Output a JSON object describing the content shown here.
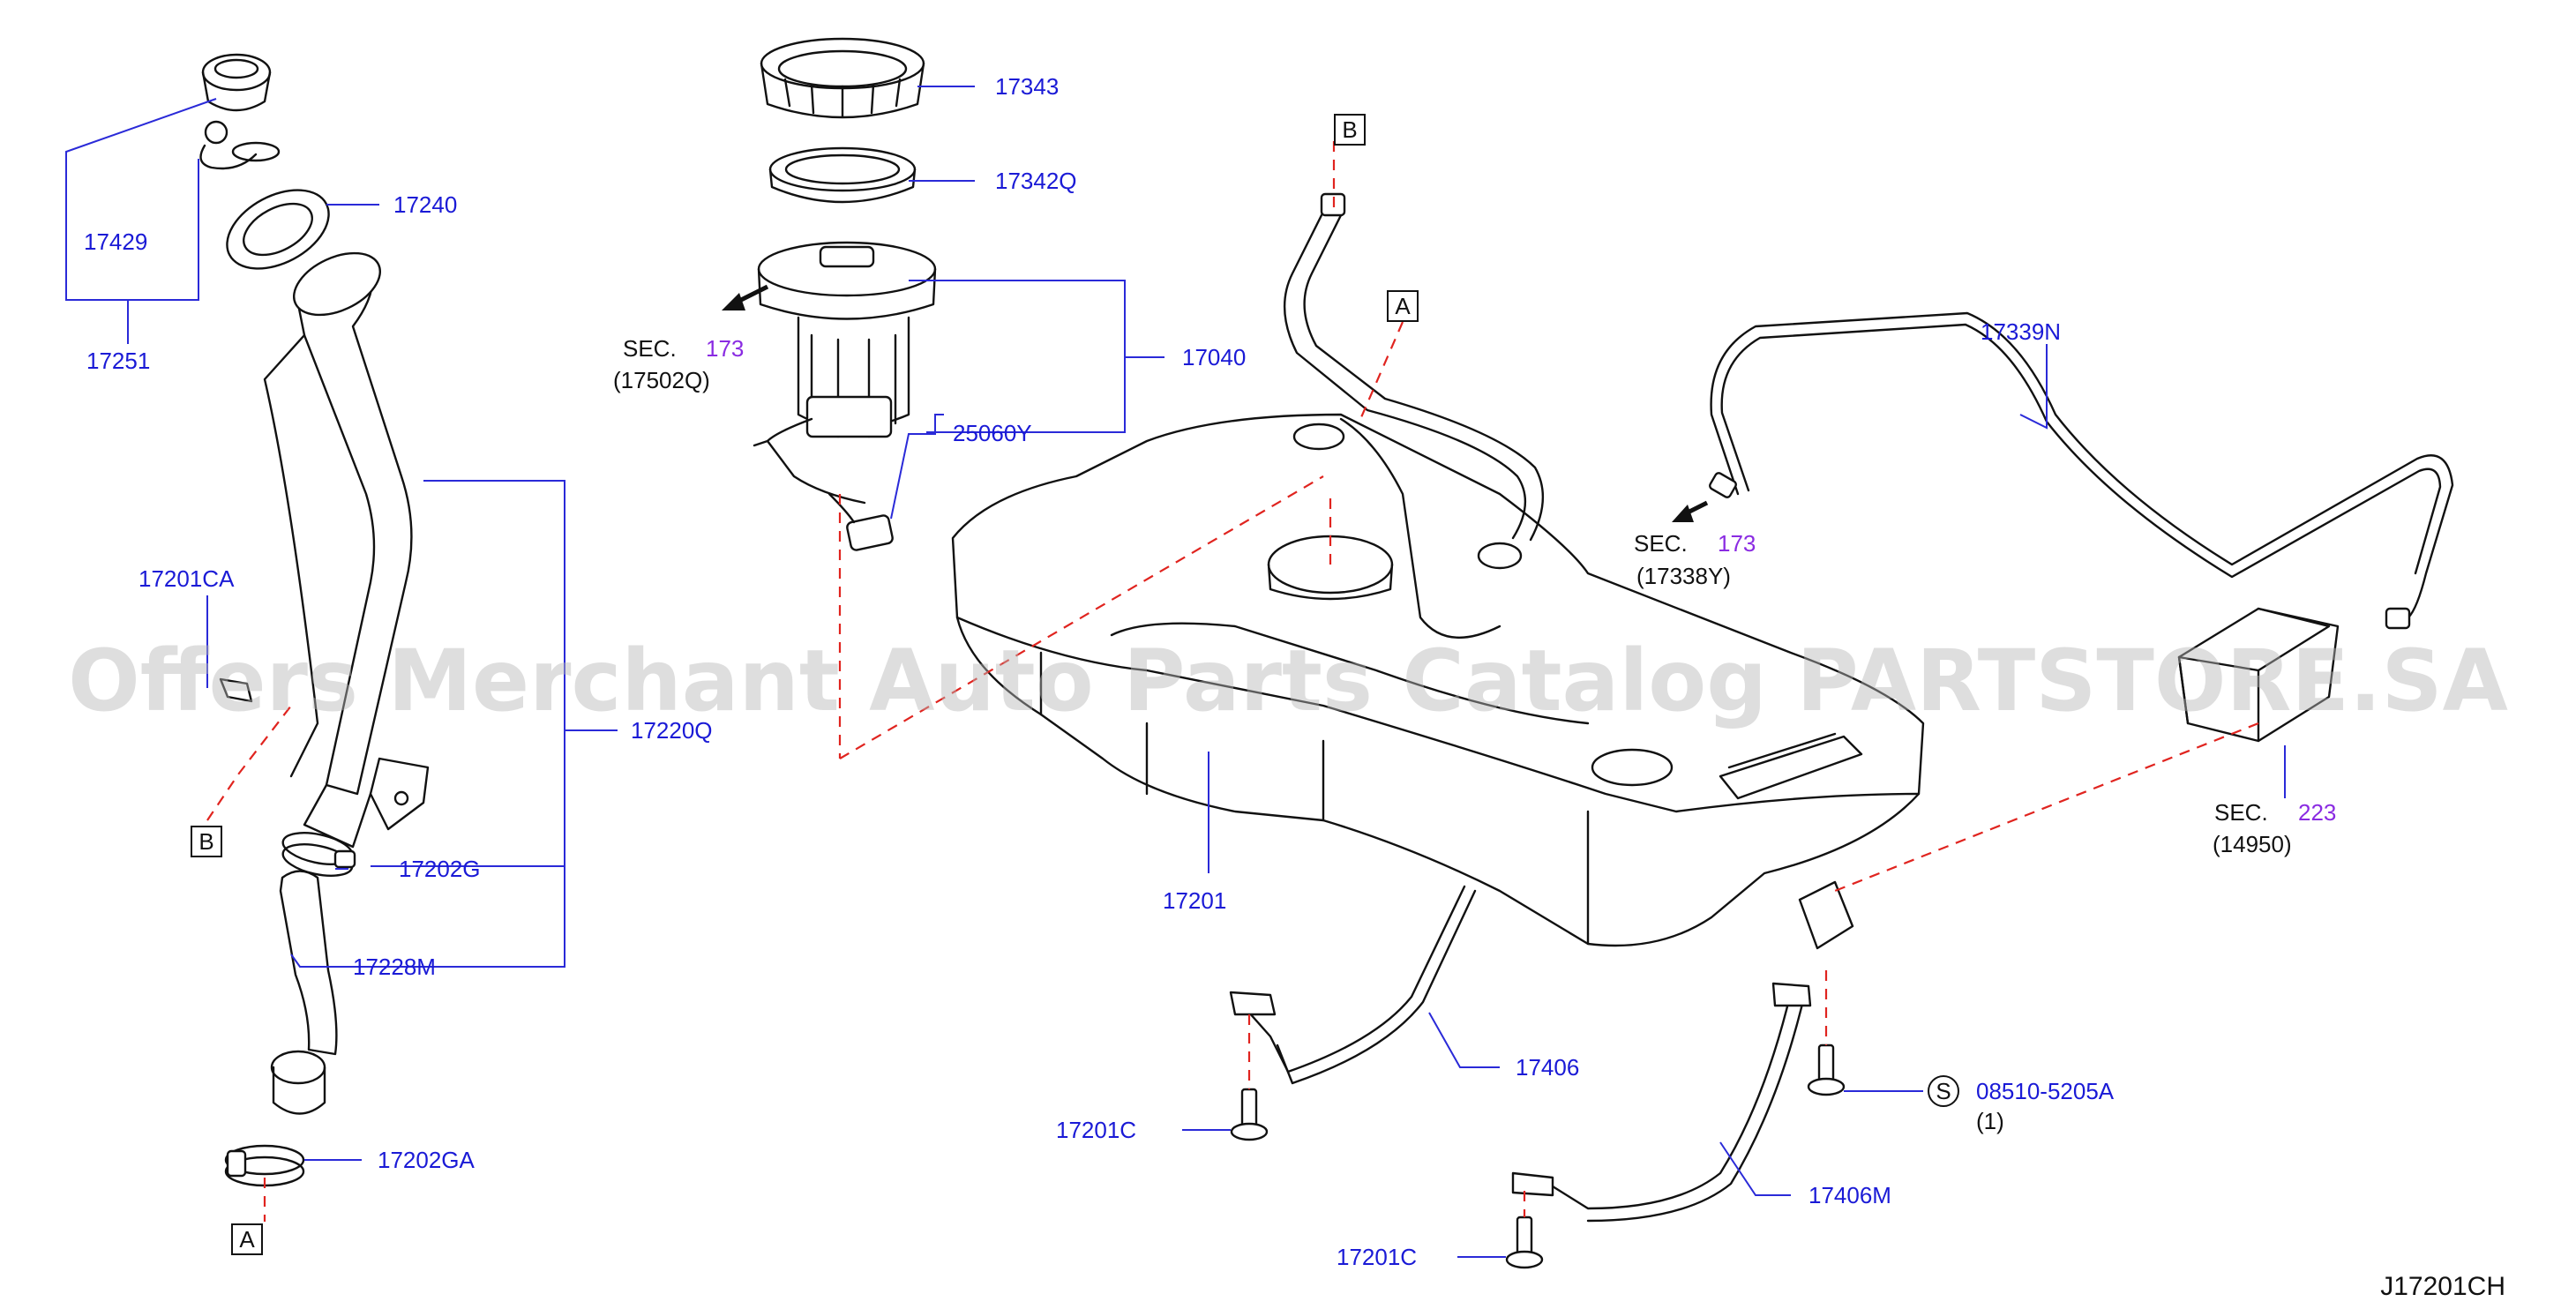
{
  "watermark": "Offers Merchant Auto Parts Catalog PARTSTORE.SA",
  "diagram_code": "J17201CH",
  "parts": {
    "p17343": "17343",
    "p17342q": "17342Q",
    "p17040": "17040",
    "p25060y": "25060Y",
    "p17240": "17240",
    "p17429": "17429",
    "p17251": "17251",
    "p17201ca": "17201CA",
    "p17220q": "17220Q",
    "p17202g": "17202G",
    "p17228m": "17228M",
    "p17202ga": "17202GA",
    "p17201": "17201",
    "p17339n": "17339N",
    "p17406": "17406",
    "p17201c_a": "17201C",
    "p17201c_b": "17201C",
    "p17406m": "17406M",
    "p08510": "08510-5205A"
  },
  "sections": {
    "sec_pump": {
      "label": "SEC.",
      "number": "173",
      "ref": "(17502Q)"
    },
    "sec_pipe": {
      "label": "SEC.",
      "number": "173",
      "ref": "(17338Y)"
    },
    "sec_canister": {
      "label": "SEC.",
      "number": "223",
      "ref": "(14950)"
    }
  },
  "markers": {
    "b_top": "B",
    "a_top": "A",
    "b_left": "B",
    "a_bottom": "A",
    "s_circle": "S"
  },
  "quantity_note": "(1)"
}
